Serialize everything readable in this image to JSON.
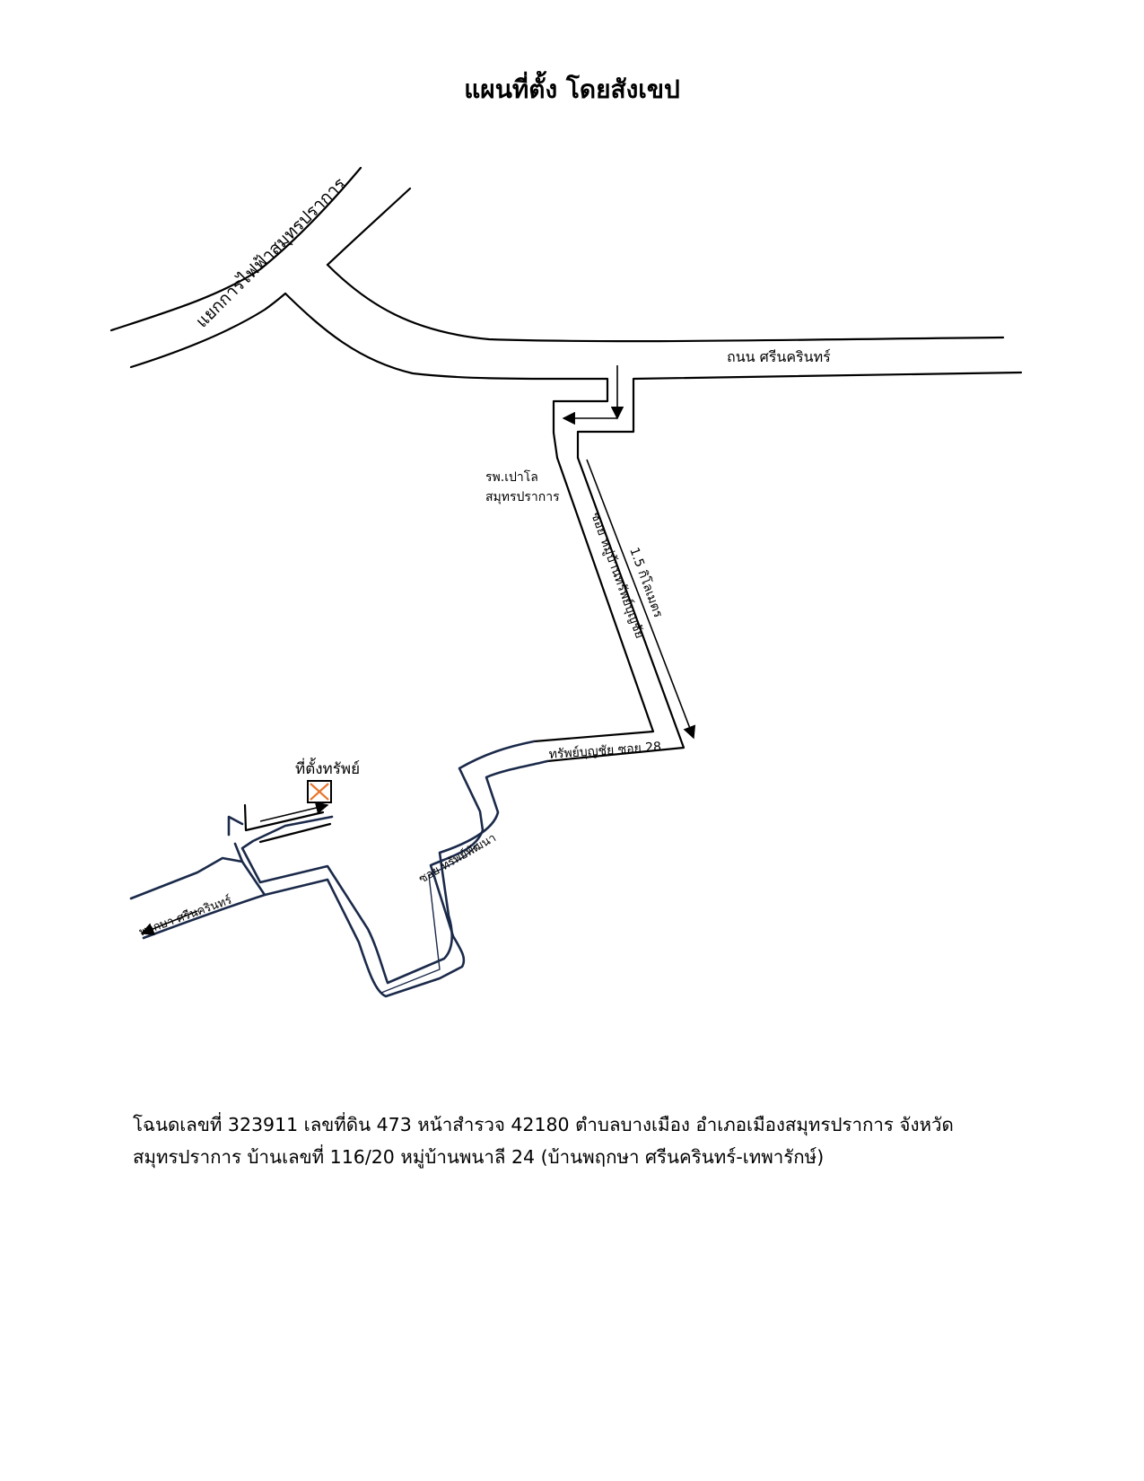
{
  "title": "แผนที่ตั้ง โดยสังเขป",
  "map": {
    "labels": {
      "intersection": "แยกการไฟฟ้าสมุทรปราการ",
      "main_road": "ถนน ศรีนครินทร์",
      "hospital_line1": "รพ.เปาโล",
      "hospital_line2": "สมุทรปราการ",
      "soi_village": "ซอย หมู่บ้านทรัพย์บุญชัย",
      "distance": "1.5 กิโลเมตร",
      "soi_28": "ทรัพย์บุญชัย ซอย 28",
      "soi_sap_phatthana": "ซอย ทรัพย์พัฒนา",
      "village_road": "พฤกษา ศรีนครินทร์",
      "property": "ที่ตั้งทรัพย์"
    },
    "colors": {
      "road": "#000000",
      "soi_outline": "#1b2a4a",
      "marker_border": "#000000",
      "marker_cross": "#e8762d"
    },
    "icons": {
      "property_marker": "boxed-x-marker-icon"
    }
  },
  "description": {
    "line1": "โฉนดเลขที่ 323911 เลขที่ดิน 473 หน้าสำรวจ 42180 ตำบลบางเมือง อำเภอเมืองสมุทรปราการ จังหวัด",
    "line2": "สมุทรปราการ บ้านเลขที่ 116/20 หมู่บ้านพนาลี 24 (บ้านพฤกษา ศรีนครินทร์-เทพารักษ์)"
  }
}
